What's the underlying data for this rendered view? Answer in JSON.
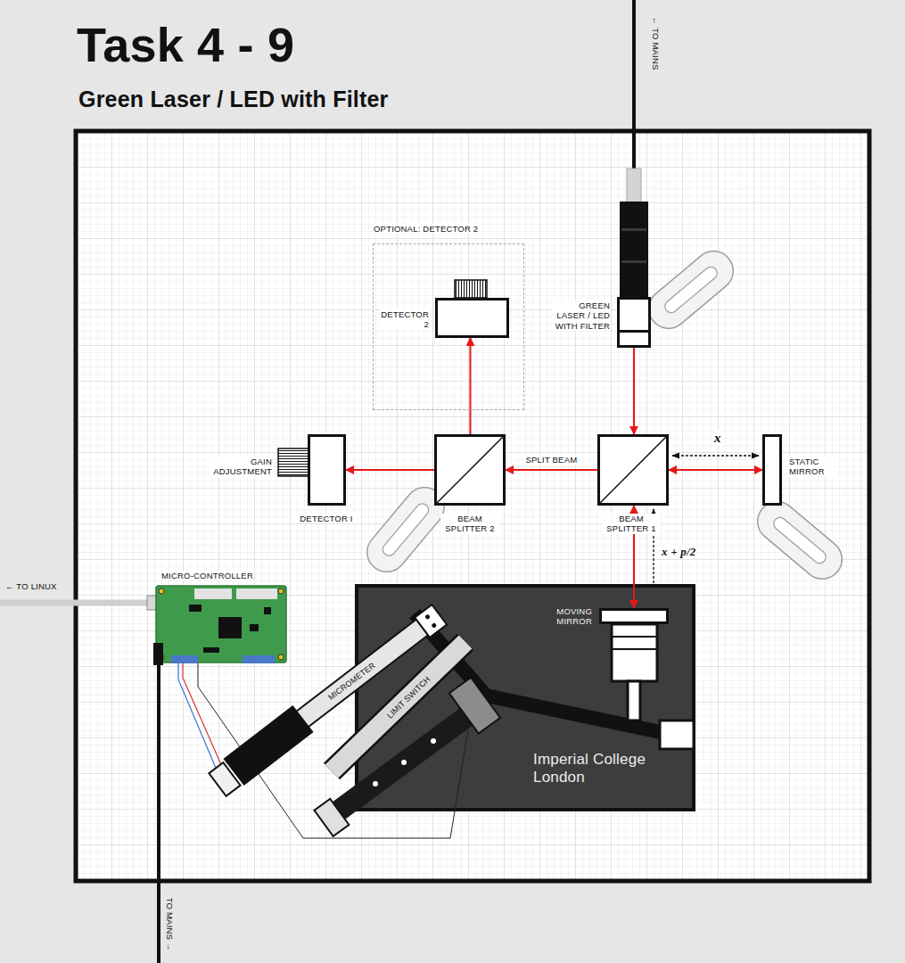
{
  "diagram": {
    "title": "Task 4 - 9",
    "nodes": [
      {
        "text": [
          "OPTIONAL: DETECTOR 2"
        ]
      },
      {
        "text": [
          "DETECTOR 2"
        ],
        "in": 0
      },
      {
        "text": [
          "GREEN LASER / LED WITH FILTER"
        ]
      },
      {
        "text": [
          "BEAM SPLITTER 2"
        ]
      },
      {
        "text": [
          "BEAM SPLITTER 1"
        ]
      },
      {
        "text": [
          "DETECTOR I"
        ]
      },
      {
        "text": [
          "STATIC MIRROR"
        ]
      },
      {
        "text": [
          "Imperial College London"
        ]
      },
      {
        "text": [
          "MOVING MIRROR"
        ],
        "in": 7
      },
      {
        "text": [
          "MICRO-CONTROLLER"
        ]
      }
    ],
    "edges": [
      {
        "from": 2,
        "to": 4,
        "arrow": "to"
      },
      {
        "from": 4,
        "to": 3,
        "label": "SPLIT BEAM",
        "arrow": "to"
      },
      {
        "from": 3,
        "to": 5,
        "arrow": "to"
      },
      {
        "from": 3,
        "to": 1,
        "arrow": "to"
      },
      {
        "from": 4,
        "to": 6,
        "arrow": "both"
      },
      {
        "from": 4,
        "to": 8,
        "arrow": "both"
      }
    ],
    "labels": [
      "Green Laser / LED with Filter",
      "← TO MAINS",
      "x",
      "x + p/2",
      "GAIN ADJUSTMENT",
      "MICROMETER",
      "LIMIT SWITCH",
      "← TO LINUX",
      "TO MAINS →"
    ]
  }
}
